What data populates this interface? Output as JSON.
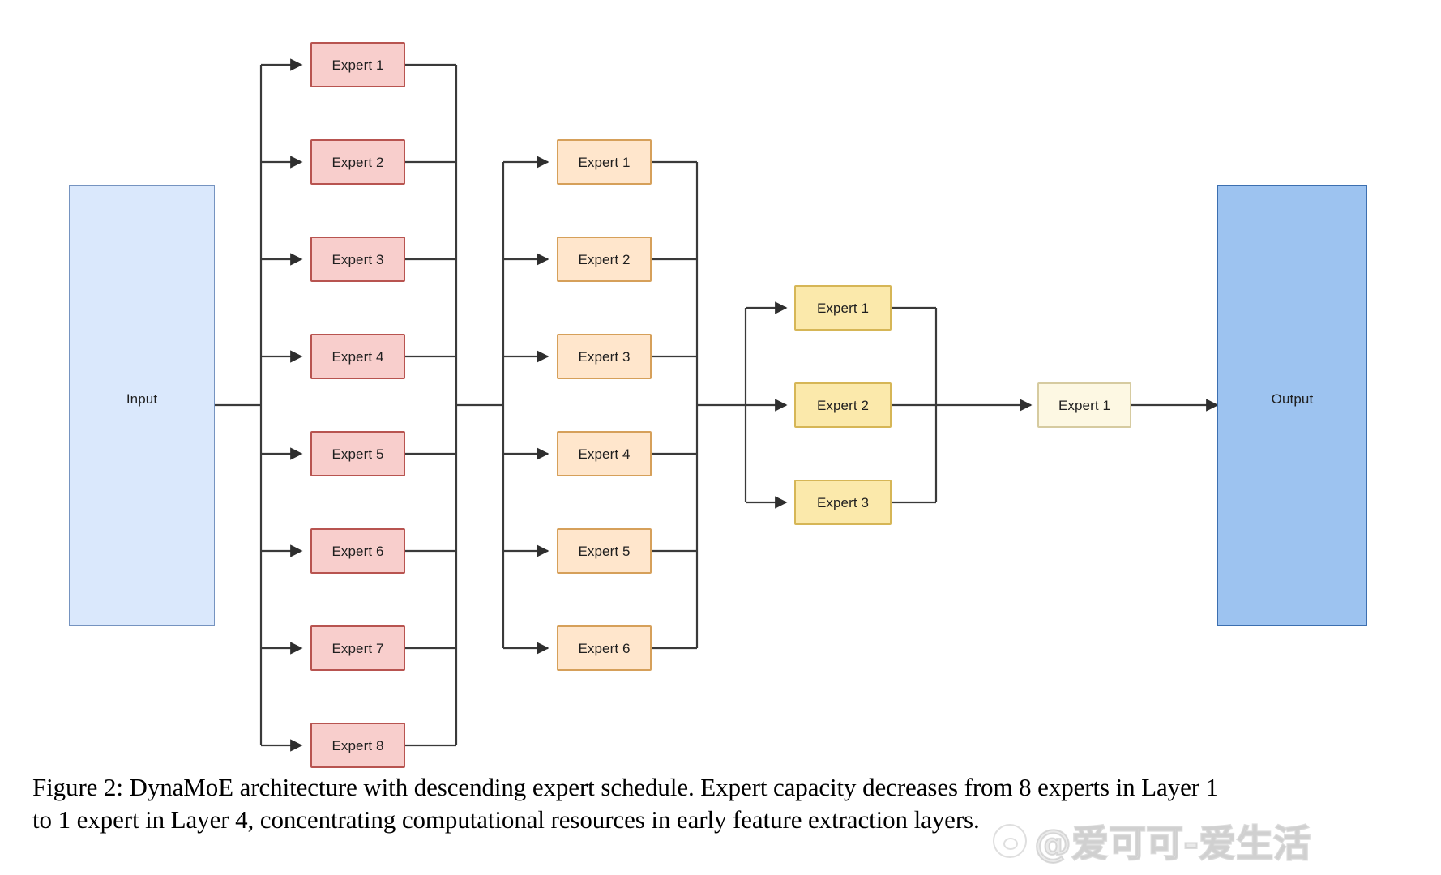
{
  "figure": {
    "caption_line1": "Figure 2: DynaMoE architecture with descending expert schedule. Expert capacity decreases from 8 experts in Layer 1",
    "caption_line2": "to 1 expert in Layer 4, concentrating computational resources in early feature extraction layers."
  },
  "watermark": {
    "text": "@爱可可-爱生活",
    "logo_icon": "weibo-eye-icon"
  },
  "colors": {
    "input_fill": "#dae8fc",
    "input_border": "#7593c0",
    "output_fill": "#9dc3f0",
    "output_border": "#3c6fb0",
    "layer1_fill": "#f8cecc",
    "layer1_border": "#b85450",
    "layer2_fill": "#ffe6cc",
    "layer2_border": "#d6a05a",
    "layer3_fill": "#fbe9ab",
    "layer3_border": "#d6b656",
    "layer4_fill": "#fdf8e3",
    "layer4_border": "#d6cba0",
    "edge": "#3a3a3a"
  },
  "io": {
    "input_label": "Input",
    "output_label": "Output"
  },
  "layers": [
    {
      "id": "layer-1",
      "expert_count": 8,
      "experts": [
        {
          "label": "Expert 1"
        },
        {
          "label": "Expert 2"
        },
        {
          "label": "Expert 3"
        },
        {
          "label": "Expert 4"
        },
        {
          "label": "Expert 5"
        },
        {
          "label": "Expert 6"
        },
        {
          "label": "Expert 7"
        },
        {
          "label": "Expert 8"
        }
      ]
    },
    {
      "id": "layer-2",
      "expert_count": 6,
      "experts": [
        {
          "label": "Expert 1"
        },
        {
          "label": "Expert 2"
        },
        {
          "label": "Expert 3"
        },
        {
          "label": "Expert 4"
        },
        {
          "label": "Expert 5"
        },
        {
          "label": "Expert 6"
        }
      ]
    },
    {
      "id": "layer-3",
      "expert_count": 3,
      "experts": [
        {
          "label": "Expert 1"
        },
        {
          "label": "Expert 2"
        },
        {
          "label": "Expert 3"
        }
      ]
    },
    {
      "id": "layer-4",
      "expert_count": 1,
      "experts": [
        {
          "label": "Expert 1"
        }
      ]
    }
  ]
}
